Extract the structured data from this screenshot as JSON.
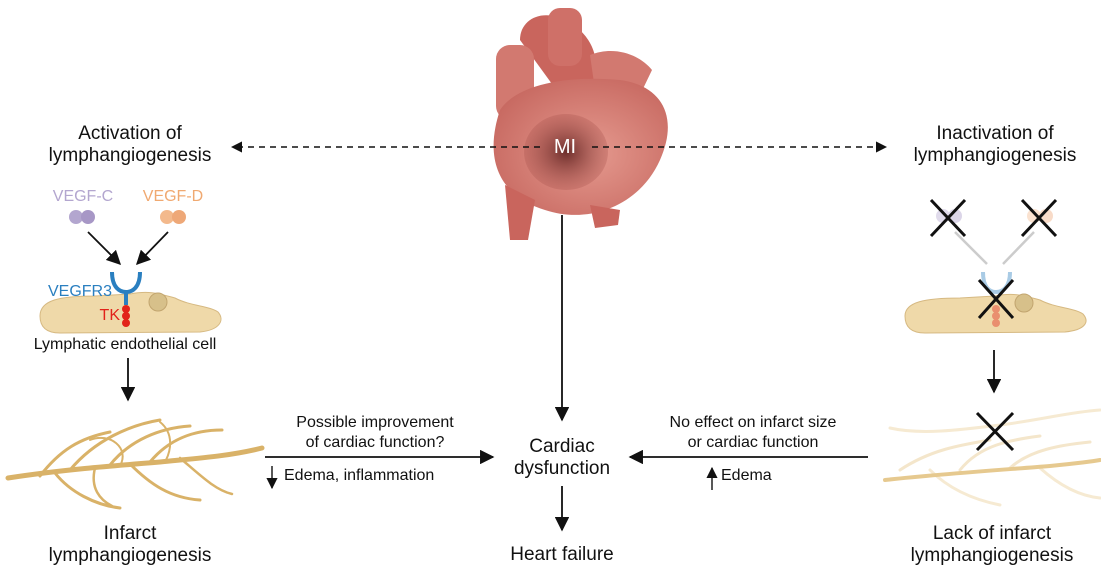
{
  "heart": {
    "label": "MI"
  },
  "left": {
    "title_line1": "Activation of",
    "title_line2": "lymphangiogenesis",
    "ligand1": "VEGF-C",
    "ligand2": "VEGF-D",
    "receptor": "VEGFR3",
    "kinase": "TK",
    "cell_label": "Lymphatic endothelial cell",
    "bottom_line1": "Infarct",
    "bottom_line2": "lymphangiogenesis"
  },
  "right": {
    "title_line1": "Inactivation of",
    "title_line2": "lymphangiogenesis",
    "bottom_line1": "Lack of infarct",
    "bottom_line2": "lymphangiogenesis"
  },
  "center": {
    "line1": "Cardiac",
    "line2": "dysfunction",
    "outcome": "Heart failure"
  },
  "left_arrow": {
    "line1": "Possible improvement",
    "line2": "of cardiac function?",
    "effect": "Edema, inflammation"
  },
  "right_arrow": {
    "line1": "No effect on infarct size",
    "line2": "or cardiac function",
    "effect": "Edema"
  },
  "colors": {
    "vegf_c": "#b3a6cf",
    "vegf_d": "#f3b98c",
    "receptor": "#2a7fc0",
    "kinase": "#e2231a",
    "cell": "#efd9a9",
    "vessel": "#d9b268",
    "heart": "#d98078"
  }
}
